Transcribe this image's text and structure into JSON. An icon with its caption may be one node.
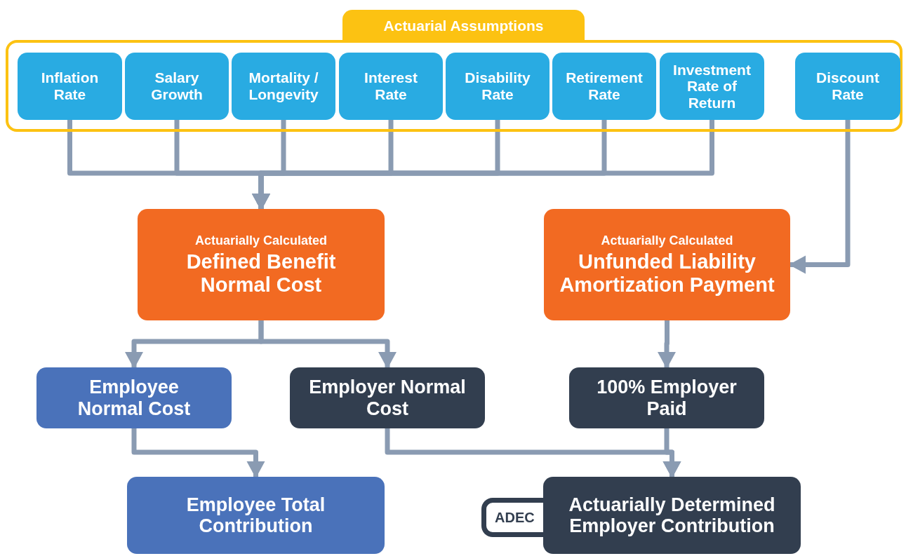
{
  "diagram": {
    "nodes": [
      {
        "text": [
          "Actuarial Assumptions"
        ]
      },
      {
        "text": [
          "Inflation Rate"
        ],
        "in": 0
      },
      {
        "text": [
          "Salary Growth"
        ],
        "in": 0
      },
      {
        "text": [
          "Mortality / Longevity"
        ],
        "in": 0
      },
      {
        "text": [
          "Interest Rate"
        ],
        "in": 0
      },
      {
        "text": [
          "Disability Rate"
        ],
        "in": 0
      },
      {
        "text": [
          "Retirement Rate"
        ],
        "in": 0
      },
      {
        "text": [
          "Investment Rate of Return"
        ],
        "in": 0
      },
      {
        "text": [
          "Discount Rate"
        ],
        "in": 0
      },
      {
        "text": [
          "Actuarially Calculated",
          "Defined Benefit Normal Cost"
        ]
      },
      {
        "text": [
          "Actuarially Calculated",
          "Unfunded Liability Amortization Payment"
        ]
      },
      {
        "text": [
          "Employee Normal Cost"
        ]
      },
      {
        "text": [
          "Employer Normal Cost"
        ]
      },
      {
        "text": [
          "100% Employer Paid"
        ]
      },
      {
        "text": [
          "Employee Total Contribution"
        ]
      },
      {
        "text": [
          "Actuarially Determined Employer Contribution"
        ],
        "beside": [
          "ADEC"
        ]
      }
    ],
    "edges": [
      {
        "from": 1,
        "to": 9,
        "arrow": "to"
      },
      {
        "from": 2,
        "to": 9,
        "arrow": "to"
      },
      {
        "from": 3,
        "to": 9,
        "arrow": "to"
      },
      {
        "from": 4,
        "to": 9,
        "arrow": "to"
      },
      {
        "from": 5,
        "to": 9,
        "arrow": "to"
      },
      {
        "from": 6,
        "to": 9,
        "arrow": "to"
      },
      {
        "from": 7,
        "to": 9,
        "arrow": "to"
      },
      {
        "from": 8,
        "to": 10,
        "arrow": "to"
      },
      {
        "from": 9,
        "to": 11,
        "arrow": "to"
      },
      {
        "from": 9,
        "to": 12,
        "arrow": "to"
      },
      {
        "from": 10,
        "to": 13,
        "arrow": "to"
      },
      {
        "from": 11,
        "to": 14,
        "arrow": "to"
      },
      {
        "from": 12,
        "to": 15,
        "arrow": "to"
      },
      {
        "from": 13,
        "to": 15,
        "arrow": "to"
      }
    ]
  }
}
